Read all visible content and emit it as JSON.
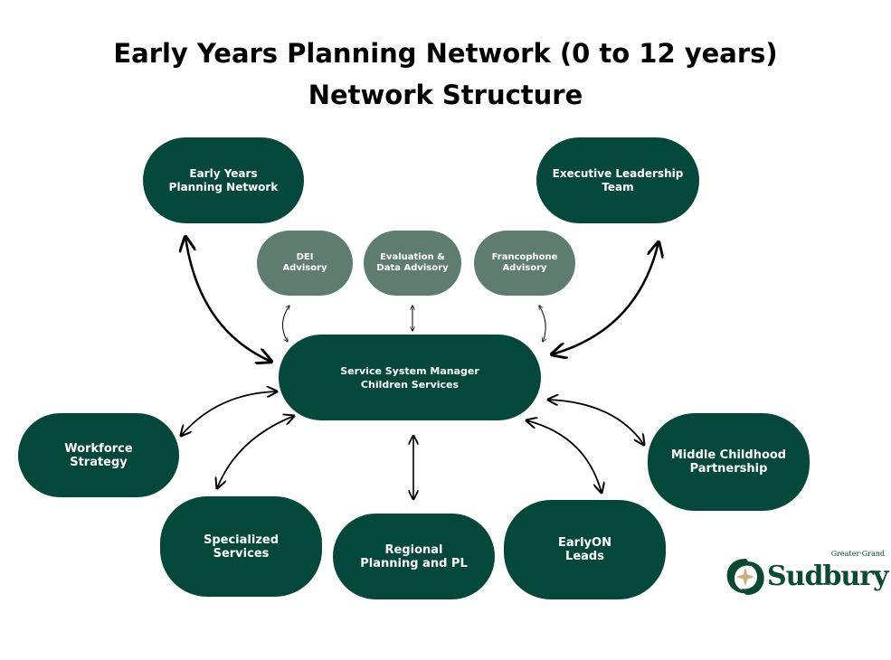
{
  "title": "Early Years Planning Network (0 to 12 years)",
  "subtitle": "Network Structure",
  "nodes": {
    "eypn": [
      "Early Years",
      "Planning Network"
    ],
    "exec": [
      "Executive Leadership",
      "Team"
    ],
    "dei": [
      "DEI",
      "Advisory"
    ],
    "eval": [
      "Evaluation &",
      "Data Advisory"
    ],
    "franco": [
      "Francophone",
      "Advisory"
    ],
    "ssm": [
      "Service System Manager",
      "Children Services"
    ],
    "workforce": [
      "Workforce",
      "Strategy"
    ],
    "specialized": [
      "Specialized",
      "Services"
    ],
    "regional": [
      "Regional",
      "Planning and PL"
    ],
    "earlyon": [
      "EarlyON",
      "Leads"
    ],
    "middle": [
      "Middle Childhood",
      "Partnership"
    ]
  },
  "logo": {
    "word": "Sudbury",
    "small": "Greater·Grand"
  },
  "colors": {
    "primary": "#03483a",
    "advisory": "#5e7d70",
    "star": "#c9b27a"
  }
}
